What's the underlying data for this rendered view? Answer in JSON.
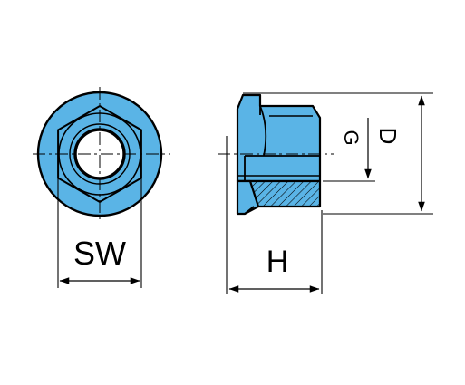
{
  "labels": {
    "sw": "SW",
    "h": "H",
    "g": "G",
    "d": "D"
  },
  "colors": {
    "fill": "#5ab4e6",
    "outline": "#000000",
    "background": "#ffffff"
  }
}
